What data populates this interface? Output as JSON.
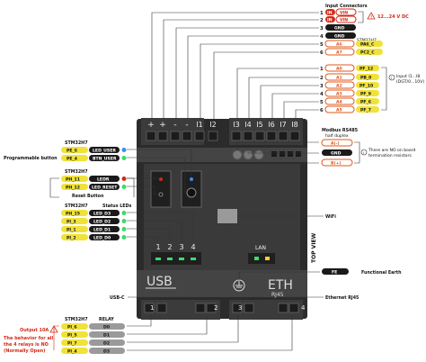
{
  "colors": {
    "device_body": "#2b2b2b",
    "device_light": "#4a4a4a",
    "black_pill": "#1a1a1a",
    "yellow_pill": "#f0e23a",
    "orange_outline": "#e05a1e",
    "red_accent": "#d42a17",
    "gray_pill": "#9a9a9a",
    "led_green": "#3bdc6a",
    "led_blue": "#3a8ef0",
    "led_yellow": "#f3d32a"
  },
  "power": {
    "title": "Input Connectors",
    "rows": [
      {
        "num": "1",
        "tag": "IN",
        "name": "VIN"
      },
      {
        "num": "2",
        "tag": "IN",
        "name": "VIN"
      }
    ],
    "note": "12...24 V DC",
    "warn_icon": "warning-icon"
  },
  "gnd_rows": [
    {
      "num": "3",
      "name": "GND"
    },
    {
      "num": "4",
      "name": "GND"
    }
  ],
  "analog_top": {
    "chip": "STM32H7",
    "rows": [
      {
        "num": "5",
        "name": "A6",
        "pin": "PA6_C"
      },
      {
        "num": "6",
        "name": "A7",
        "pin": "PC2_C"
      }
    ]
  },
  "inputs": {
    "rows": [
      {
        "num": "1",
        "name": "A0",
        "pin": "PF_12"
      },
      {
        "num": "2",
        "name": "A1",
        "pin": "PB_0"
      },
      {
        "num": "3",
        "name": "A2",
        "pin": "PF_10"
      },
      {
        "num": "4",
        "name": "A3",
        "pin": "PF_9"
      },
      {
        "num": "5",
        "name": "A4",
        "pin": "PF_6"
      },
      {
        "num": "6",
        "name": "A5",
        "pin": "PF_7"
      }
    ],
    "note_title": "Input I1...I8",
    "note_sub": "(DGT/0...10V)"
  },
  "rs485": {
    "title": "Modbus RS485",
    "subtitle": "half duplex",
    "rows": [
      {
        "name": "A(-)"
      },
      {
        "name": "GND"
      },
      {
        "name": "B(+)"
      }
    ],
    "note1": "There are NO on board",
    "note2": "termination resistors"
  },
  "buttons": {
    "chip": "STM32H7",
    "rows": [
      {
        "pin": "PE_6",
        "name": "LED_USER"
      },
      {
        "pin": "PE_4",
        "name": "BTN_USER"
      }
    ],
    "label": "Programmable button"
  },
  "reset": {
    "chip": "STM32H7",
    "rows": [
      {
        "pin": "PH_11",
        "name": "LEDR"
      },
      {
        "pin": "PH_12",
        "name": "LED_RESET"
      }
    ],
    "label": "Reset Button"
  },
  "status_leds": {
    "chip": "STM32H7",
    "title": "Status LEDs",
    "rows": [
      {
        "pin": "PH_15",
        "name": "LED_D3"
      },
      {
        "pin": "PI_3",
        "name": "LED_D2"
      },
      {
        "pin": "PI_1",
        "name": "LED_D1"
      },
      {
        "pin": "PI_2",
        "name": "LED_D0"
      }
    ]
  },
  "relays": {
    "chip": "STM32H7",
    "title": "RELAY",
    "rows": [
      {
        "pin": "PI_6",
        "name": "D0"
      },
      {
        "pin": "PI_5",
        "name": "D1"
      },
      {
        "pin": "PI_7",
        "name": "D2"
      },
      {
        "pin": "PI_4",
        "name": "D3"
      }
    ],
    "output_note": "Output 10A",
    "behavior1": "The behavior for all",
    "behavior2": "the 4 relays is NO",
    "behavior3": "(Normally Open)"
  },
  "right_labels": {
    "wifi": "WiFi",
    "fe_tag": "FE",
    "fe_label": "Functional Earth",
    "eth": "Ethernet RJ45",
    "usb": "USB-C"
  },
  "device": {
    "top_terminals": [
      "+",
      "+",
      "-",
      "-",
      "I1",
      "I2",
      "I3",
      "I4",
      "I5",
      "I6",
      "I7",
      "I8"
    ],
    "led_numbers": [
      "1",
      "2",
      "3",
      "4"
    ],
    "lan": "LAN",
    "usb_text": "USB",
    "eth_text": "ETH",
    "rj45": "RJ45",
    "top_view": "TOP VIEW",
    "relay_nums": [
      "1",
      "2",
      "3",
      "4"
    ]
  }
}
